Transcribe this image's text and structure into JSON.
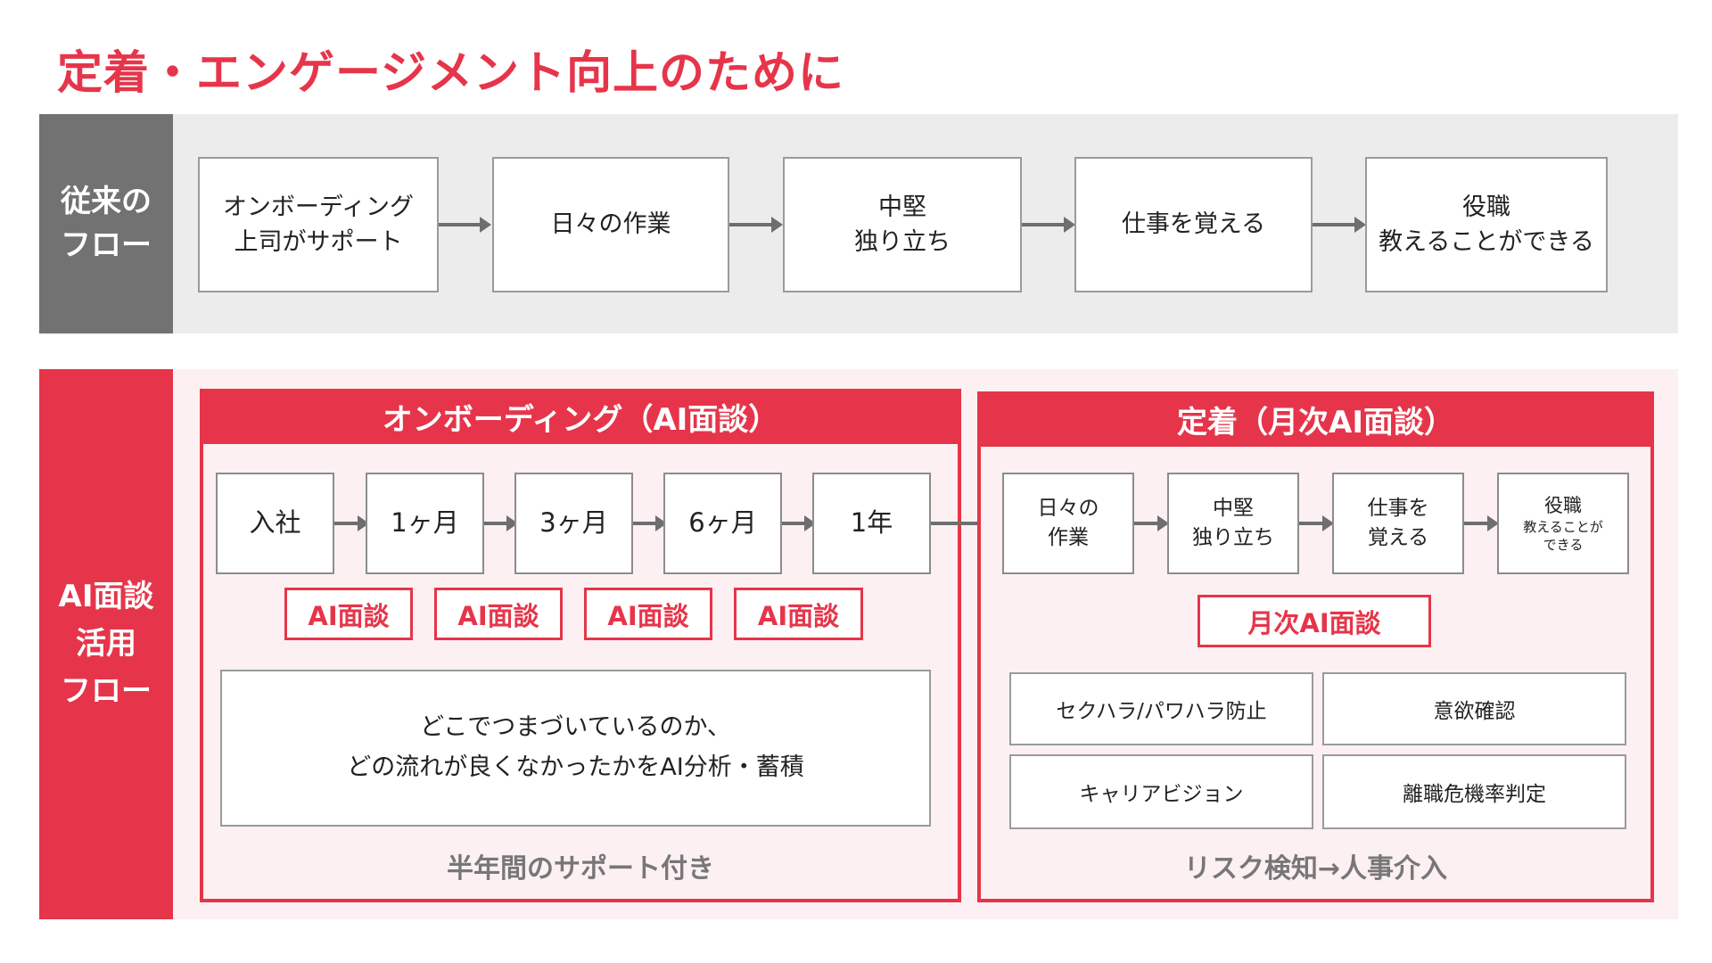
{
  "title": "定着・エンゲージメント向上のために",
  "traditional": {
    "label": [
      "従来の",
      "フロー"
    ],
    "steps": [
      [
        "オンボーディング",
        "上司がサポート"
      ],
      [
        "日々の作業"
      ],
      [
        "中堅",
        "独り立ち"
      ],
      [
        "仕事を覚える"
      ],
      [
        "役職",
        "教えることができる"
      ]
    ]
  },
  "ai_flow": {
    "label": [
      "AI面談",
      "活用",
      "フロー"
    ],
    "onboarding": {
      "header": "オンボーディング（AI面談）",
      "milestones": [
        "入社",
        "1ヶ月",
        "3ヶ月",
        "6ヶ月",
        "1年"
      ],
      "badges": [
        "AI面談",
        "AI面談",
        "AI面談",
        "AI面談"
      ],
      "analysis": [
        "どこでつまづいているのか、",
        "どの流れが良くなかったかをAI分析・蓄積"
      ],
      "footer": "半年間のサポート付き"
    },
    "retention": {
      "header": "定着（月次AI面談）",
      "steps": [
        [
          "日々の",
          "作業"
        ],
        [
          "中堅",
          "独り立ち"
        ],
        [
          "仕事を",
          "覚える"
        ],
        [
          "役職",
          "教えることが",
          "できる"
        ]
      ],
      "badge": "月次AI面談",
      "checks": [
        "セクハラ/パワハラ防止",
        "意欲確認",
        "キャリアビジョン",
        "離職危機率判定"
      ],
      "footer": "リスク検知→人事介入"
    }
  },
  "colors": {
    "accent": "#e6354a",
    "trad_label_bg": "#727272",
    "trad_band_bg": "#ececec",
    "ai_band_bg": "#fdf0f2",
    "arrow": "#6e6e6e"
  }
}
